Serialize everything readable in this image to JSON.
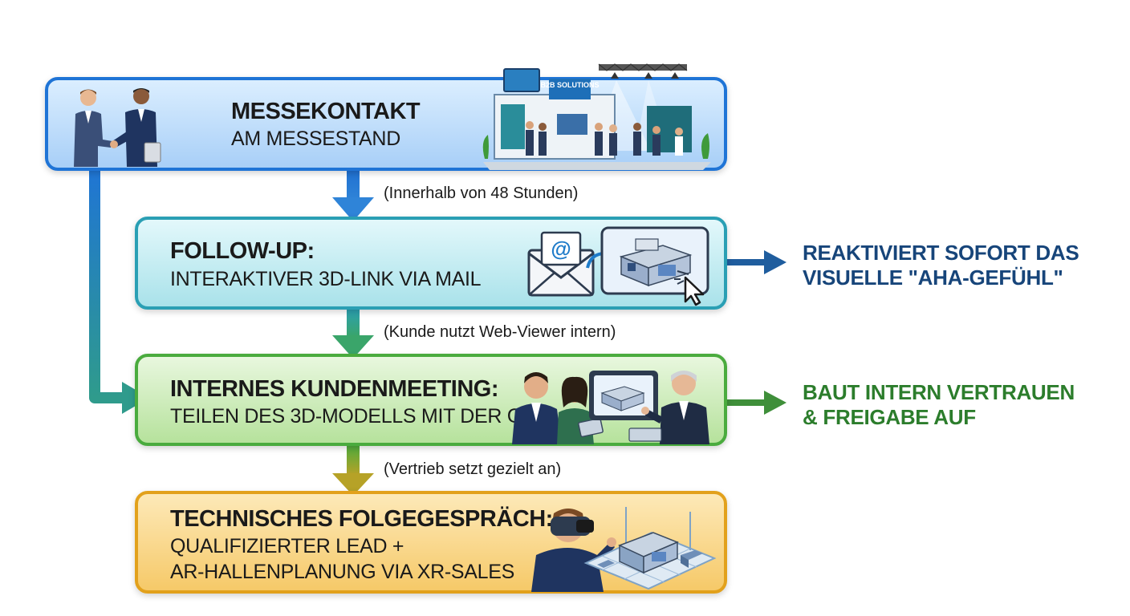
{
  "steps": [
    {
      "title": "MESSEKONTAKT",
      "subtitle": "AM MESSESTAND",
      "booth_sign": "B2B SOLUTIONS"
    },
    {
      "title": "FOLLOW-UP:",
      "subtitle": "INTERAKTIVER 3D-LINK VIA MAIL",
      "mail_symbol": "@"
    },
    {
      "title": "INTERNES KUNDENMEETING:",
      "subtitle": "TEILEN DES 3D-MODELLS MIT DER GF"
    },
    {
      "title": "TECHNISCHES FOLGEGESPRÄCH:",
      "subtitle_line1": "QUALIFIZIERTER LEAD +",
      "subtitle_line2": "AR-HALLENPLANUNG VIA XR-SALES"
    }
  ],
  "transitions": [
    "(Innerhalb von 48 Stunden)",
    "(Kunde nutzt Web-Viewer intern)",
    "(Vertrieb setzt gezielt an)"
  ],
  "outcomes": [
    {
      "line1": "REAKTIVIERT SOFORT DAS",
      "line2": "VISUELLE \"AHA-GEFÜHL\"",
      "color": "#17457a"
    },
    {
      "line1": "BAUT INTERN VERTRAUEN",
      "line2": "& FREIGABE AUF",
      "color": "#2c7d2c"
    }
  ],
  "colors": {
    "step1": "#1f74d6",
    "step2": "#2a9fb4",
    "step3": "#4aab3e",
    "step4": "#e2a11c"
  },
  "icons": [
    "handshake-icon",
    "trade-booth-icon",
    "mail-icon",
    "machine-viewer-icon",
    "cursor-icon",
    "meeting-tablet-icon",
    "vr-headset-icon",
    "factory-layout-icon"
  ]
}
